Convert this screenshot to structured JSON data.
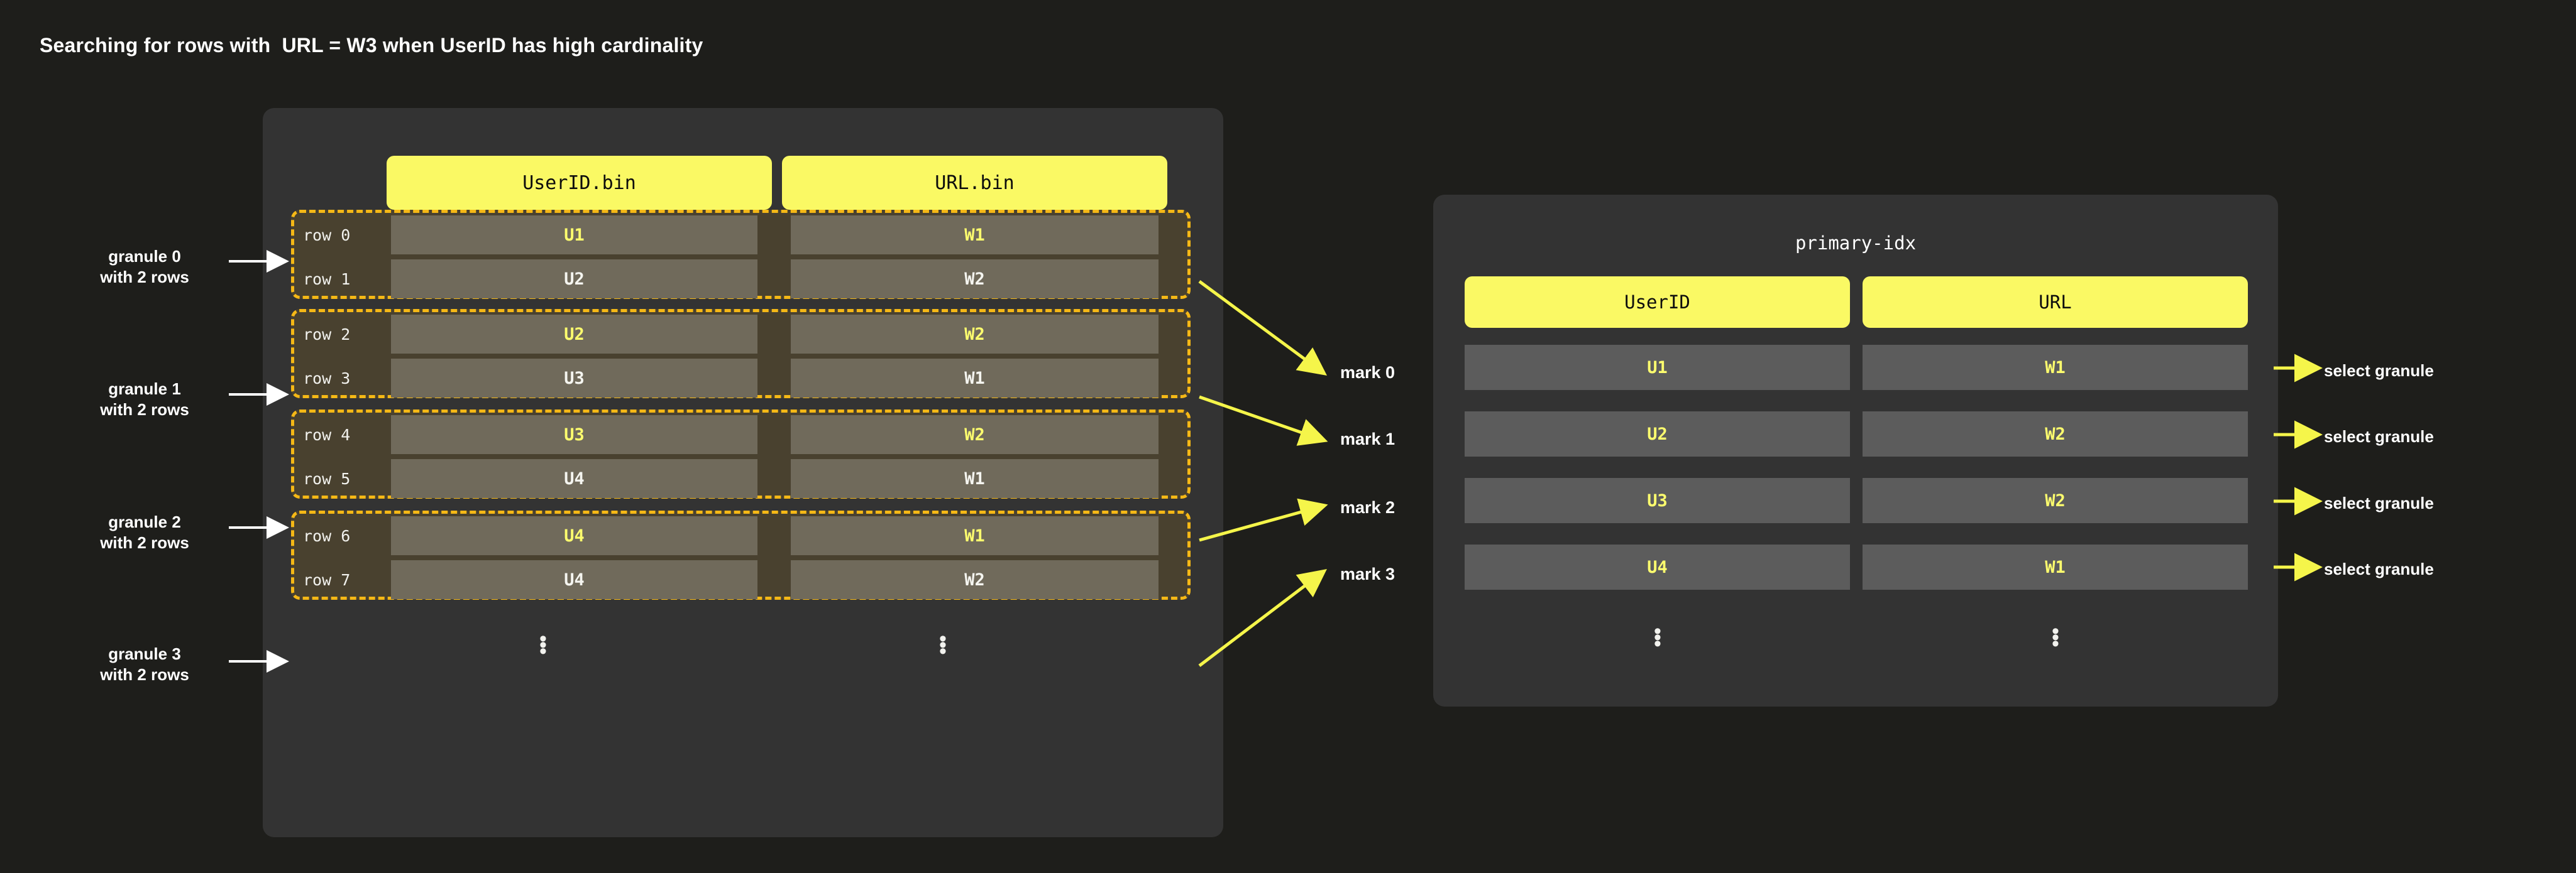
{
  "title": "Searching for rows with  URL = W3 when UserID has high cardinality",
  "colors": {
    "page_background": "#1e1e1b",
    "panel_background": "#333333",
    "accent_yellow": "#faf964",
    "highlight_text": "#fdfd6e",
    "granule_border": "#f5b816",
    "granule_fill": "#49412f",
    "cell_fill": "#706a5b",
    "index_cell_fill": "#5c5c5c",
    "white_text": "#ffffff"
  },
  "parts_panel": {
    "columns": [
      {
        "header": "UserID.bin"
      },
      {
        "header": "URL.bin"
      }
    ],
    "ellipsis": "⋮",
    "granules": [
      {
        "label_line1": "granule 0",
        "label_line2": "with 2 rows",
        "rows": [
          {
            "row_label": "row 0",
            "userid": "U1",
            "url": "W1",
            "highlight": true
          },
          {
            "row_label": "row 1",
            "userid": "U2",
            "url": "W2",
            "highlight": false
          }
        ]
      },
      {
        "label_line1": "granule 1",
        "label_line2": "with 2 rows",
        "rows": [
          {
            "row_label": "row 2",
            "userid": "U2",
            "url": "W2",
            "highlight": true
          },
          {
            "row_label": "row 3",
            "userid": "U3",
            "url": "W1",
            "highlight": false
          }
        ]
      },
      {
        "label_line1": "granule 2",
        "label_line2": "with 2 rows",
        "rows": [
          {
            "row_label": "row 4",
            "userid": "U3",
            "url": "W2",
            "highlight": true
          },
          {
            "row_label": "row 5",
            "userid": "U4",
            "url": "W1",
            "highlight": false
          }
        ]
      },
      {
        "label_line1": "granule 3",
        "label_line2": "with 2 rows",
        "rows": [
          {
            "row_label": "row 6",
            "userid": "U4",
            "url": "W1",
            "highlight": true
          },
          {
            "row_label": "row 7",
            "userid": "U4",
            "url": "W2",
            "highlight": false
          }
        ]
      }
    ]
  },
  "marks": [
    {
      "label": "mark 0"
    },
    {
      "label": "mark 1"
    },
    {
      "label": "mark 2"
    },
    {
      "label": "mark 3"
    }
  ],
  "primary_idx": {
    "title": "primary-idx",
    "columns": [
      {
        "header": "UserID"
      },
      {
        "header": "URL"
      }
    ],
    "ellipsis": "⋮",
    "rows": [
      {
        "userid": "U1",
        "url": "W1",
        "action": "select granule"
      },
      {
        "userid": "U2",
        "url": "W2",
        "action": "select granule"
      },
      {
        "userid": "U3",
        "url": "W2",
        "action": "select granule"
      },
      {
        "userid": "U4",
        "url": "W1",
        "action": "select granule"
      }
    ]
  }
}
